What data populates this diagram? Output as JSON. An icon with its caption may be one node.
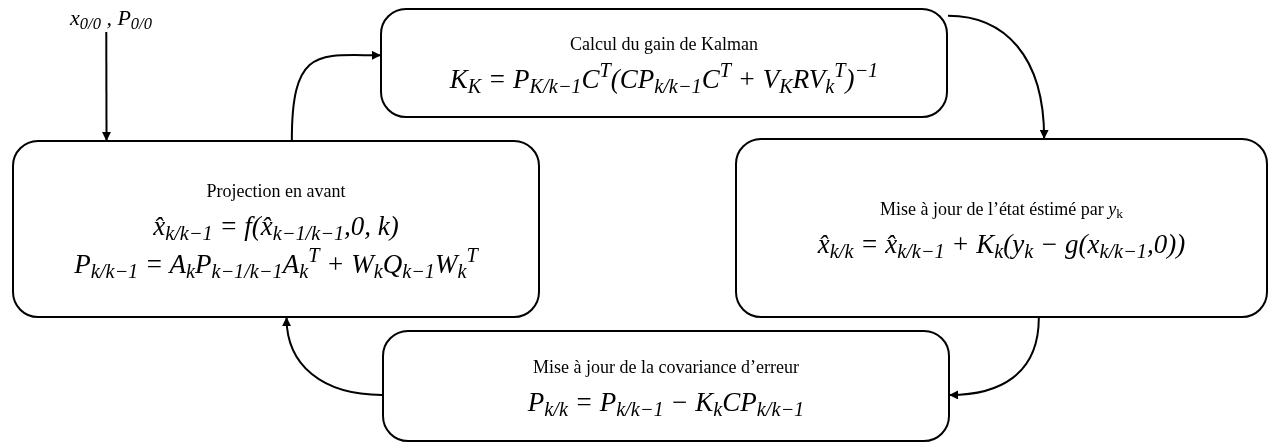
{
  "diagram": {
    "nodes": [
      {
        "text": [
          "x$_{0/0}$ , P$_{0/0}$"
        ]
      },
      {
        "text": [
          "Calcul du gain de Kalman",
          "K$_{K}$ = P$_{K/k−1}$C$^{T}$(CP$_{k/k−1}$C$^{T}$ + V$_{K}$RV$_{k}$$^{T}$)$^{−1}$"
        ]
      },
      {
        "text": [
          "Projection en avant",
          "x̂$_{k/k−1}$ = f(x̂$_{k−1/k−1}$,0, k)",
          "P$_{k/k−1}$ = A$_{k}$P$_{k−1/k−1}$A$_{k}$$^{T}$ + W$_{k}$Q$_{k−1}$W$_{k}$$^{T}$"
        ]
      },
      {
        "text": [
          "Mise à jour de l’état éstimé par *y*$_{k}$",
          "x̂$_{k/k}$ = x̂$_{k/k−1}$ + K$_{k}$(y$_{k}$ − g(x$_{k/k−1}$,0))"
        ]
      },
      {
        "text": [
          "Mise à jour de la covariance d’erreur",
          "P$_{k/k}$ = P$_{k/k−1}$ − K$_{k}$CP$_{k/k−1}$"
        ]
      }
    ],
    "edges": [
      {
        "from": 0,
        "to": 2,
        "arrow": "to"
      },
      {
        "from": 2,
        "to": 1,
        "arrow": "to"
      },
      {
        "from": 1,
        "to": 3,
        "arrow": "to"
      },
      {
        "from": 3,
        "to": 4,
        "arrow": "to"
      },
      {
        "from": 4,
        "to": 2,
        "arrow": "to"
      }
    ]
  }
}
